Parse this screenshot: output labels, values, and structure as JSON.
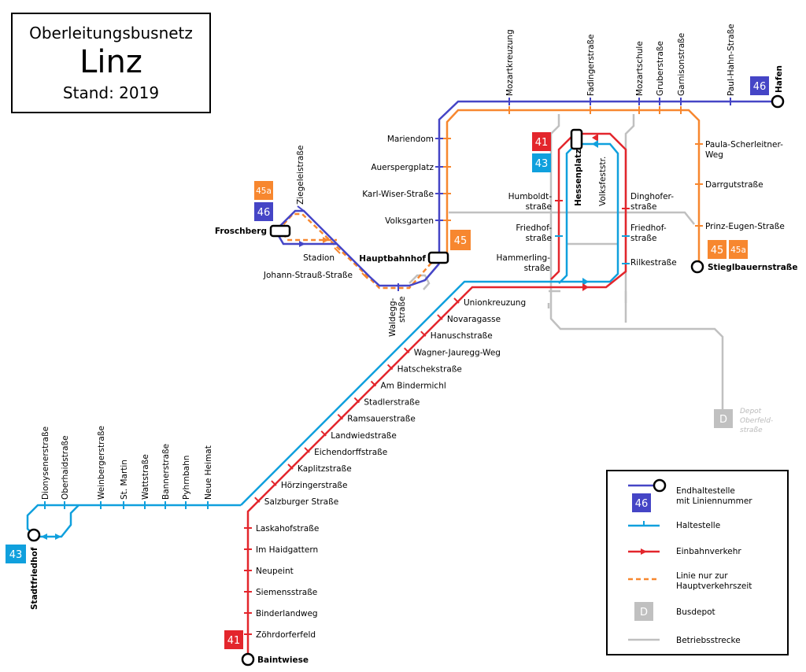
{
  "title": {
    "line1": "Oberleitungsbusnetz",
    "city": "Linz",
    "stand": "Stand: 2019"
  },
  "colors": {
    "line46": "#4545c6",
    "line43": "#10a0dd",
    "line41": "#e3262c",
    "line45": "#f7872f",
    "service": "#c0c0c0",
    "badge45": "#f7872f",
    "badge46": "#4545c6",
    "badge43": "#10a0dd",
    "badge41": "#e3262c",
    "depot": "#c0c0c0"
  },
  "badges": {
    "l46": "46",
    "l45": "45",
    "l45a": "45a",
    "l43": "43",
    "l41": "41",
    "depot": "D"
  },
  "terminals": {
    "hafen": "Hafen",
    "froschberg": "Froschberg",
    "hauptbahnhof": "Hauptbahnhof",
    "hessenplatz": "Hessenplatz",
    "stieglbauernstrasse": "Stieglbauernstraße",
    "stadtfriedhof": "Stadtfriedhof",
    "baintwiese": "Baintwiese"
  },
  "stops": {
    "top": [
      "Mozartkreuzung",
      "Fadingerstraße",
      "Mozartschule",
      "Gruberstraße",
      "Garnisonstraße",
      "Paul-Hahn-Straße"
    ],
    "line46_vertical": [
      "Mariendom",
      "Auerspergplatz",
      "Karl-Wiser-Straße",
      "Volksgarten"
    ],
    "froschberg_area": [
      "Ziegeleistraße",
      "Stadion",
      "Johann-Strauß-Straße",
      "Waldegg-straße"
    ],
    "east": [
      "Paula-Scherleitner-",
      "Weg",
      "Darrgutstraße",
      "Prinz-Eugen-Straße"
    ],
    "hessen_left": [
      "Humboldt-",
      "straße",
      "Friedhof-",
      "straße",
      "Hammerling-",
      "straße"
    ],
    "hessen_right": [
      "Dinghofer-",
      "straße",
      "Friedhof-",
      "straße",
      "Rilkestraße"
    ],
    "volksfeststr": "Volksfeststr.",
    "diagonal": [
      "Unionkreuzung",
      "Novaragasse",
      "Hanuschstraße",
      "Wagner-Jauregg-Weg",
      "Hatschekstraße",
      "Am Bindermichl",
      "Stadlerstraße",
      "Ramsauerstraße",
      "Landwiedstraße",
      "Eichendorffstraße",
      "Kaplitzstraße",
      "Hörzingerstraße",
      "Salzburger Straße"
    ],
    "south": [
      "Laskahofstraße",
      "Im Haidgattern",
      "Neupeint",
      "Siemensstraße",
      "Binderlandweg",
      "Zöhrdorferfeld"
    ],
    "west": [
      "Dionysenerstraße",
      "Oberhaidstraße",
      "Weinbergerstraße",
      "St. Martin",
      "Wattstraße",
      "Bannerstraße",
      "Pyhrnbahn",
      "Neue Heimat"
    ]
  },
  "depot": {
    "line1": "Depot",
    "line2": "Oberfeld-",
    "line3": "straße"
  },
  "legend": {
    "endstop_1": "Endhaltestelle",
    "endstop_2": "mit Liniennummer",
    "stop": "Haltestelle",
    "oneway": "Einbahnverkehr",
    "peak_1": "Linie nur zur",
    "peak_2": "Hauptverkehrszeit",
    "depot": "Busdepot",
    "service": "Betriebsstrecke"
  }
}
